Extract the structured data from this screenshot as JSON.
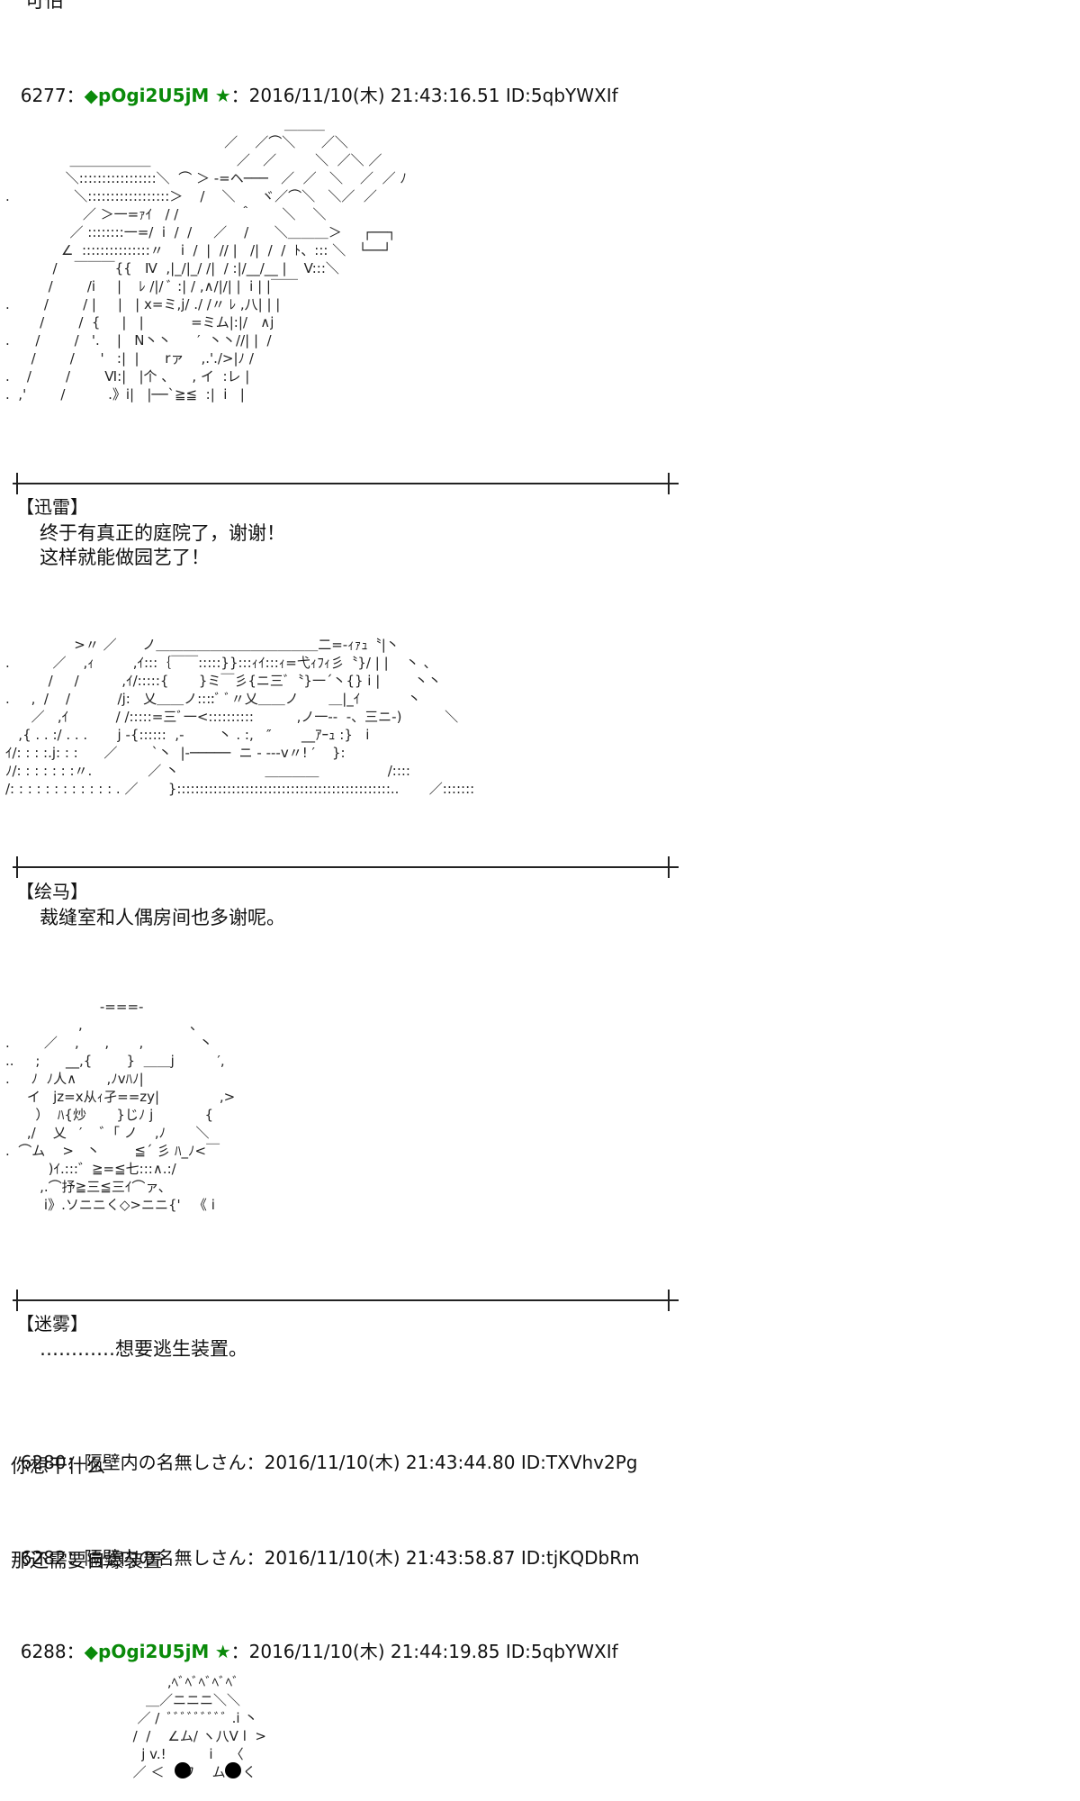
{
  "top_fragment": "可怕",
  "posts": [
    {
      "number": "6277",
      "sep": "：",
      "name_mark": "◆pOgi2U5jM",
      "star": "★",
      "date": "2016/11/10(木) 21:43:16.51",
      "id": "ID:5qbYWXIf"
    },
    {
      "number": "6280",
      "sep": "：",
      "name": "隔壁内の名無しさん",
      "date": "2016/11/10(木) 21:43:44.80",
      "id": "ID:TXVhv2Pg",
      "body": "你想干什么"
    },
    {
      "number": "6282",
      "sep": "：",
      "name": "隔壁内の名無しさん",
      "date": "2016/11/10(木) 21:43:58.87",
      "id": "ID:tjKQDbRm",
      "body": "那还需要自爆装置"
    },
    {
      "number": "6288",
      "sep": "：",
      "name_mark": "◆pOgi2U5jM",
      "star": "★",
      "date": "2016/11/10(木) 21:44:19.85",
      "id": "ID:5qbYWXIf"
    }
  ],
  "scenes": [
    {
      "speaker": "【迅雷】",
      "lines": [
        "终于有真正的庭院了，谢谢！",
        "这样就能做园艺了！"
      ],
      "art": "                                                                 ＿＿＿\n                                                   ／    ／⌒＼      ／＼\n               ＿＿＿＿＿＿                    ／   ／         ＼  ／＼ ／\n              ＼:::::::::::::::::＼  ⌒ ＞ -=ヘ───   ／  ／   ＼    ／  ／ ﾉ\n.               ＼::::::::::::::::::＞    /    ＼      ヾ／⌒＼   ＼／  ／\n                  ／ ＞一=ｧｲ   / /              ＾       ＼    ＼\n               ／ ::::::::一=/  i  /  /     ／    /      ＼＿＿＿＞     ┌──┐\n             ∠  :::::::::::::::〃    i  /  |  // |   /|  /  /  ﾄ、::: ＼   └──┘\n           /    ￣￣￣{{   Ⅳ  ,|_/|_/ /|  / :|/__/__ |    V:::＼\n          /        /i     |    ﾚ /|/ ﾞ :| / ,∧/|/| |  i | |￣￣\n.        /        / |     |   | x=ミ,j/ ./ /〃 ﾚ ,八| | |\n        /        /  {     |   |           =ミム|:|/   ∧j\n.      /        /   '.    |   N丶丶      ′  丶丶//| |  /\n      /        /      '   :|  |      rァ    ,.'./>|ﾉ /\n.    /        /        Ⅵ:|   |个 、    , イ  :レ |\n.  ,'        /          .》i|   |──`≧≦  :|  i   |"
    },
    {
      "speaker": "【绘马】",
      "lines": [
        "裁缝室和人偶房间也多谢呢。"
      ],
      "art": "                >〃 ／      ノ＿＿＿＿＿＿＿＿＿＿＿＿二=-ｨｧｭ〝|丶\n.          ／    ,ｨ         ,ｲ:::｛￣￣:::::}}:::ｨｲ:::ｨ=弋ｨﾌｨ彡〝}/ | |    丶 、\n          /     /          ,ｲ/:::::{       }ミ￣彡{ニ三ﾞ〝}一´丶{} i |        丶丶\n.     ,  /    /           /j:   乂＿＿ノ::::ﾞ ﾞ〃乂＿＿ノ       ＿|_ｲ           丶\n      ／   ,ｲ           / /:::::=三ﾞ一<::::::::::          ,ノ一--  -、三ニ-)          ＼\n   ,{ . . :/ . . .       j -{::::::  ,-        丶 . :,   ″       __ｱｰｭ :}   i\nｲ/: : : :.j: : :      ／        `丶  |-─────  ニ - --‐v〃! ′    }:\nﾉ/: : : : : : :〃.             ／ 丶                    ＿＿＿＿                /::::\n/: : : : : : : : : : : : . ／       }:::::::::::::::::::::::::::::::::::::::::::::::..       ／:::::::"
    },
    {
      "speaker": "【迷雾】",
      "lines": [
        "…………想要逃生装置。"
      ],
      "art": "                      -===-\n                 ,                         、\n.        ／    ,      ,       ,             丶\n..     ;      __,{        }  ＿＿j          ′,\n.     ﾉ  ﾉ人∧       ,ﾉvﾊﾉ|\n     イ   jz=x从ｨ孑==zy|              ,>\n       ）  ﾊ{炒       }じﾉ j            {\n     ,/    乂   ′    ゛｢ ノ    ,ﾉ       ＼\n.  ⌒ム    >   丶        ≦´ 彡 ﾊ_ﾉ<￣\n          )ｲ.:::゛≧=≦七:::∧.:/\n        ,.⌒抒≧三≦三ｲ⌒ァ、\n         i》.ソニニく◇>ニニ{'   《 i"
    }
  ],
  "art_4": "                  ,ﾍﾞﾍﾞﾍﾞﾍﾞﾍﾞ\n             ＿／ニニニ＼＼\n           ／ /  ﾞﾞﾞﾞﾞﾞﾞﾞﾞ .i 丶\n          /  /    ∠ム/ ヽ八V l  >\n            j v.!          i    〈\n          ／ ＜    ワ    ム    く"
}
